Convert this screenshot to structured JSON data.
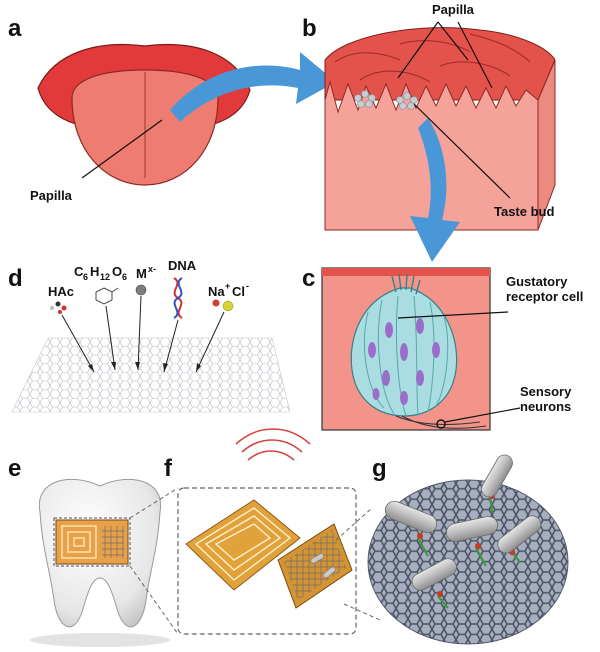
{
  "panels": {
    "a": "a",
    "b": "b",
    "c": "c",
    "d": "d",
    "e": "e",
    "f": "f",
    "g": "g"
  },
  "labels": {
    "papilla_a": "Papilla",
    "papilla_b": "Papilla",
    "taste_bud": "Taste bud",
    "gustatory_line1": "Gustatory",
    "gustatory_line2": "receptor cell",
    "sensory_line1": "Sensory",
    "sensory_line2": "neurons"
  },
  "analytes": {
    "hac": "HAc",
    "glucose": {
      "c": "C",
      "c_sub": "6",
      "h": "H",
      "h_sub": "12",
      "o": "O",
      "o_sub": "6"
    },
    "metal": {
      "m": "M",
      "charge": "x-"
    },
    "dna": "DNA",
    "nacl": {
      "na": "Na",
      "na_charge": "+",
      "cl": "Cl",
      "cl_charge": "-"
    }
  },
  "colors": {
    "tongue": "#ee7c70",
    "lips": "#e23a3a",
    "tissue": "#f5a29a",
    "tissue_top": "#e3534c",
    "arrow": "#4a97d8",
    "bud": "#a9dde2",
    "nucleus": "#9a6ec8",
    "gold": "#e1a23c",
    "graphene": "#9aa0b4",
    "bacteria": "#b9b9b9"
  }
}
